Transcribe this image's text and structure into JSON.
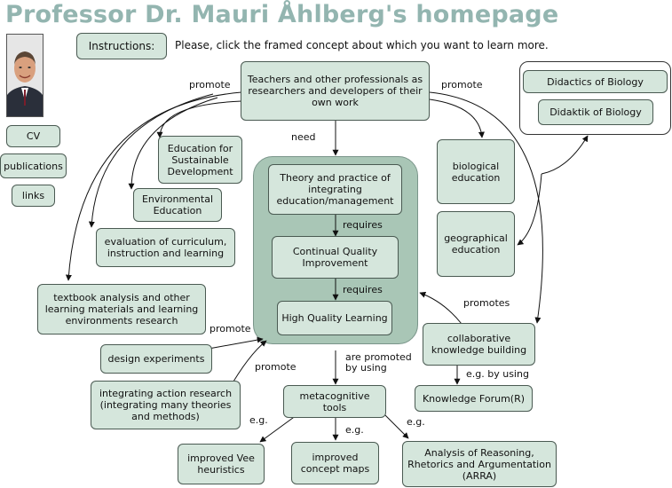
{
  "page": {
    "title": "Professor Dr. Mauri Åhlberg's homepage",
    "instructions_button": "Instructions:",
    "instructions_text": "Please, click the framed concept about which you want to learn more."
  },
  "sidebar": {
    "links": [
      {
        "label": "CV"
      },
      {
        "label": "publications"
      },
      {
        "label": "links"
      }
    ]
  },
  "nodes": {
    "teachers": "Teachers and other professionals as researchers and developers of their own work",
    "didactics_bio": "Didactics  of Biology",
    "didaktik_bio": "Didaktik of Biology",
    "esd": "Education for Sustainable Development",
    "env_edu": "Environmental Education",
    "eval": "evaluation of curriculum, instruction and learning",
    "textbook": "textbook analysis and other learning materials and learning environments research",
    "design": "design experiments",
    "action": "integrating action research (integrating many theories and methods)",
    "theory": "Theory and practice of integrating education/management",
    "cqi": "Continual Quality Improvement",
    "hql": "High Quality Learning",
    "bio_edu": "biological education",
    "geo_edu": "geographical education",
    "collab": "collaborative knowledge building",
    "kforum": "Knowledge Forum(R)",
    "meta": "metacognitive tools",
    "vee": "improved Vee heuristics",
    "cmaps": "improved concept maps",
    "arra": "Analysis of  Reasoning, Rhetorics and Argumentation (ARRA)"
  },
  "links": {
    "promote_left": "promote",
    "promote_right": "promote",
    "need": "need",
    "requires_1": "requires",
    "requires_2": "requires",
    "promotes": "promotes",
    "promote_design": "promote",
    "promote_action": "promote",
    "are_promoted": "are promoted\nby using",
    "eg_using": "e.g. by using",
    "eg_1": "e.g.",
    "eg_2": "e.g.",
    "eg_3": "e.g."
  }
}
